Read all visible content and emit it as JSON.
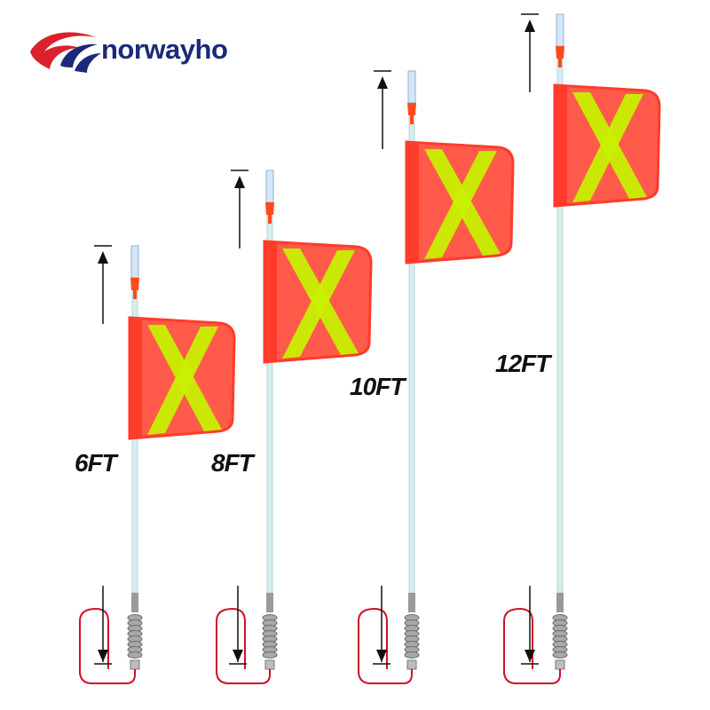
{
  "brand": {
    "name": "norwayho",
    "logo_icon": "swoosh-logo-icon",
    "colors": {
      "red": "#d9222a",
      "blue": "#1b2a78"
    }
  },
  "products": [
    {
      "label": "6FT"
    },
    {
      "label": "8FT"
    },
    {
      "label": "10FT"
    },
    {
      "label": "12FT"
    }
  ],
  "colors": {
    "flag": "#ff5a4a",
    "flag_border": "#ff3b2b",
    "reflective_stripe": "#c8f000",
    "pole": "#d8ecec",
    "tip": "#ff4a1a",
    "spring": "#a8a8a8",
    "wire": "#d0102a",
    "arrow": "#111111"
  }
}
